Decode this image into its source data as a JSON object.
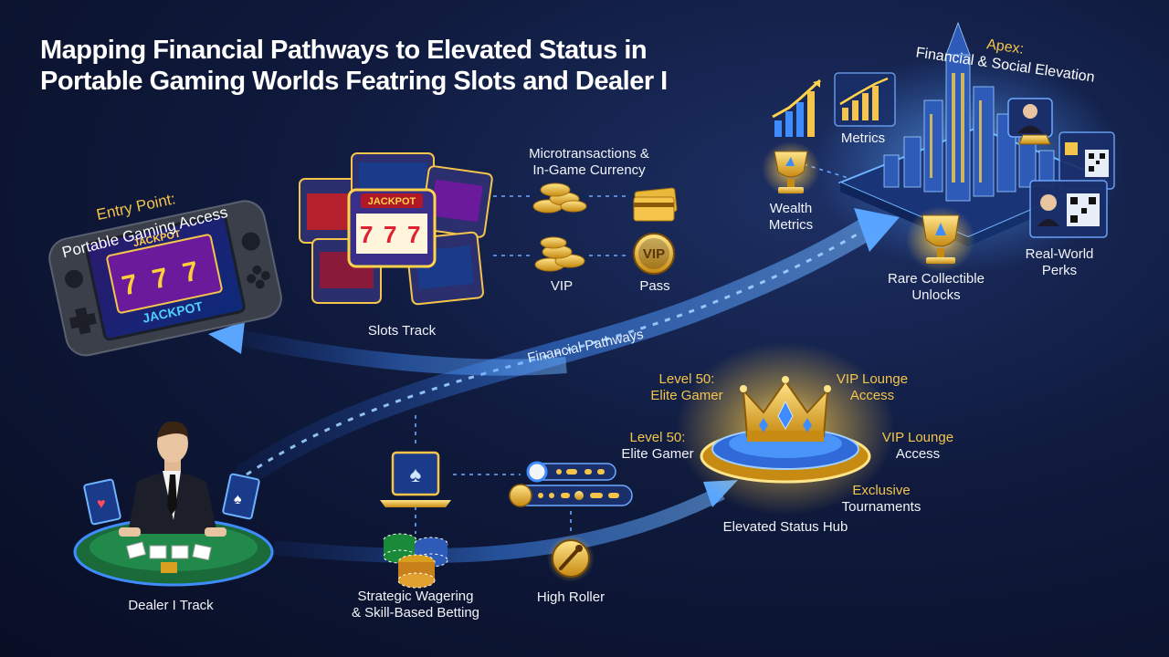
{
  "title_line1": "Mapping Financial Pathways to Elevated Status in",
  "title_line2": "Portable Gaming Worlds Featring Slots and Dealer I",
  "entry": {
    "line1": "Entry Point:",
    "line2": "Portable Gaming Access"
  },
  "console_screen": {
    "top": "JACKPOT",
    "bottom": "JACKPOT"
  },
  "slot_main_sign": "JACKPOT",
  "slots_track": "Slots Track",
  "microtransactions": {
    "line1": "Microtransactions &",
    "line2": "In-Game Currency"
  },
  "vip_label": "VIP",
  "pass_label": "Pass",
  "vip_badge": "VIP",
  "financial_pathways": "Financial Pathways",
  "apex": {
    "line1": "Apex:",
    "line2": "Financial & Social Elevation"
  },
  "metrics": "Metrics",
  "wealth_metrics": {
    "line1": "Wealth",
    "line2": "Metrics"
  },
  "rare_collectible": {
    "line1": "Rare Collectible",
    "line2": "Unlocks"
  },
  "real_world_perks": {
    "line1": "Real-World",
    "line2": "Perks"
  },
  "level_top": {
    "line1": "Level 50:",
    "line2": "Elite Gamer"
  },
  "vip_lounge_top": {
    "line1": "VIP Lounge",
    "line2": "Access"
  },
  "level_mid": {
    "line1": "Level 50:",
    "line2": "Elite Gamer"
  },
  "vip_lounge_mid": {
    "line1": "VIP Lounge",
    "line2": "Access"
  },
  "exclusive": {
    "line1": "Exclusive",
    "line2": "Tournaments"
  },
  "hub": "Elevated Status Hub",
  "dealer_track": "Dealer I Track",
  "strategic": {
    "line1": "Strategic Wagering",
    "line2": "& Skill-Based Betting"
  },
  "high_roller": "High Roller",
  "colors": {
    "gold": "#f4c54a",
    "path_blue": "#3f8cff",
    "bg": "#0f1a3d"
  }
}
